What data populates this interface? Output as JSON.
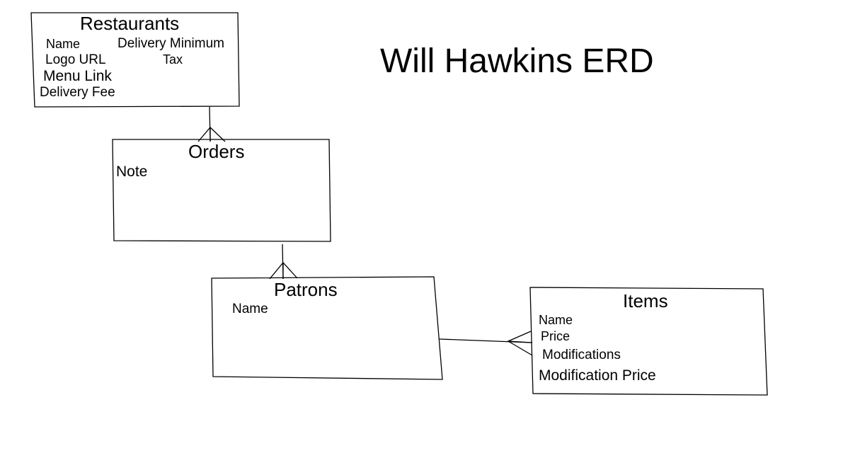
{
  "title": "Will Hawkins ERD",
  "colors": {
    "stroke": "#000000",
    "background": "#ffffff"
  },
  "entities": {
    "restaurants": {
      "title": "Restaurants",
      "attributes": [
        "Name",
        "Delivery Minimum",
        "Logo URL",
        "Tax",
        "Menu Link",
        "Delivery Fee"
      ]
    },
    "orders": {
      "title": "Orders",
      "attributes": [
        "Note"
      ]
    },
    "patrons": {
      "title": "Patrons",
      "attributes": [
        "Name"
      ]
    },
    "items": {
      "title": "Items",
      "attributes": [
        "Name",
        "Price",
        "Modifications",
        "Modification Price"
      ]
    }
  },
  "relationships": [
    {
      "from": "Restaurants",
      "to": "Orders",
      "cardinality": "one-to-many"
    },
    {
      "from": "Orders",
      "to": "Patrons",
      "cardinality": "one-to-many"
    },
    {
      "from": "Patrons",
      "to": "Items",
      "cardinality": "one-to-many"
    }
  ]
}
